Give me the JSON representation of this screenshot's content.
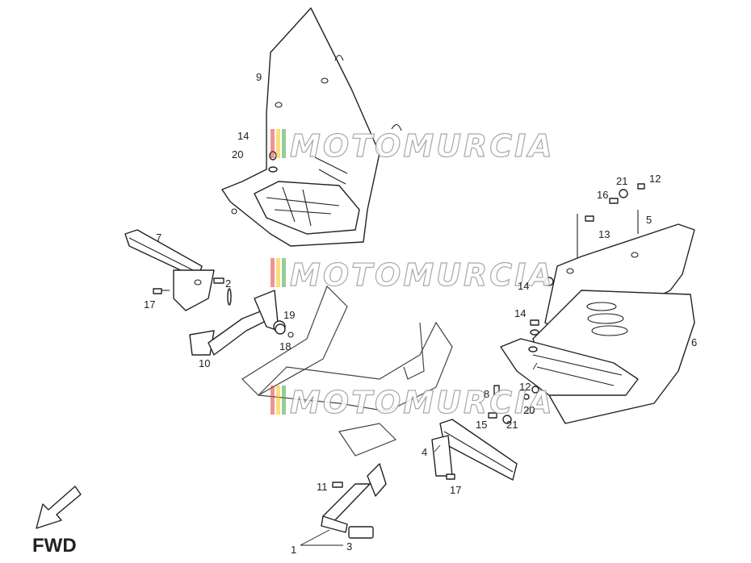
{
  "watermark": {
    "text": "MOTOMURCIA",
    "stripe_colors": [
      "#e53935",
      "#f4c20d",
      "#43a047"
    ]
  },
  "direction_label": "FWD",
  "callouts": [
    "9",
    "14",
    "20",
    "7",
    "2",
    "17",
    "19",
    "18",
    "10",
    "21",
    "12",
    "16",
    "5",
    "13",
    "14",
    "14",
    "6",
    "8",
    "12",
    "15",
    "21",
    "20",
    "4",
    "17",
    "11",
    "1",
    "3"
  ]
}
